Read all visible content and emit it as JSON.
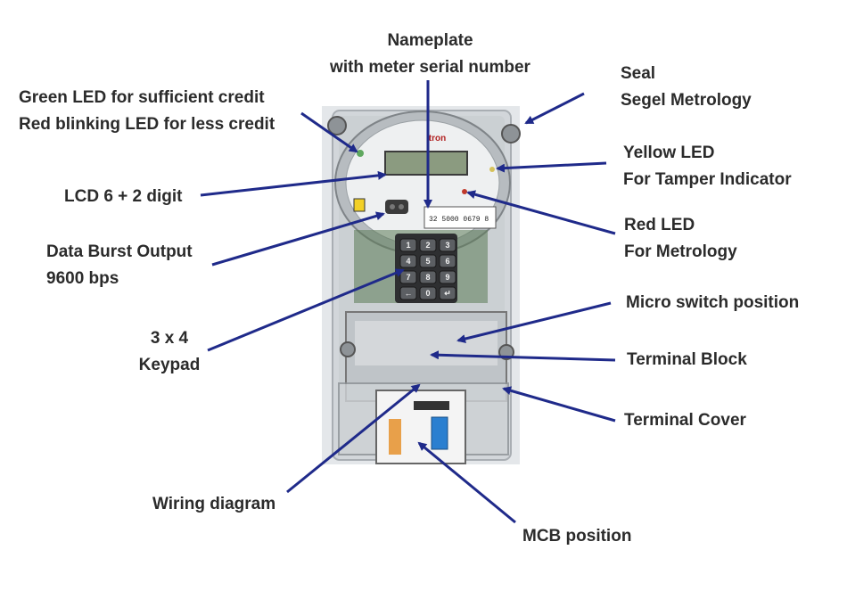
{
  "labels": {
    "nameplate": [
      "Nameplate",
      "with meter serial number"
    ],
    "seal": [
      "Seal",
      "Segel Metrology"
    ],
    "green_led": [
      "Green LED for sufficient credit",
      "Red blinking LED for less credit"
    ],
    "yellow_led": [
      "Yellow LED",
      "For Tamper Indicator"
    ],
    "lcd": [
      "LCD 6 + 2 digit"
    ],
    "red_led": [
      "Red LED",
      "For Metrology"
    ],
    "data_burst": [
      "Data Burst Output",
      "9600 bps"
    ],
    "micro_switch": [
      "Micro switch position"
    ],
    "keypad": [
      "3 x 4",
      "Keypad"
    ],
    "terminal_block": [
      "Terminal Block"
    ],
    "terminal_cover": [
      "Terminal Cover"
    ],
    "wiring_diagram": [
      "Wiring diagram"
    ],
    "mcb": [
      "MCB position"
    ]
  },
  "meter": {
    "brand": "Itron",
    "lcd_display": "",
    "serial": "32 5000 0679 8",
    "keypad_keys": [
      "1",
      "2",
      "3",
      "4",
      "5",
      "6",
      "7",
      "8",
      "9",
      "←",
      "0",
      "↵"
    ]
  },
  "colors": {
    "arrow": "#1f2a8a",
    "text": "#2b2b2b",
    "photo_bg": "#e6e9ec"
  }
}
